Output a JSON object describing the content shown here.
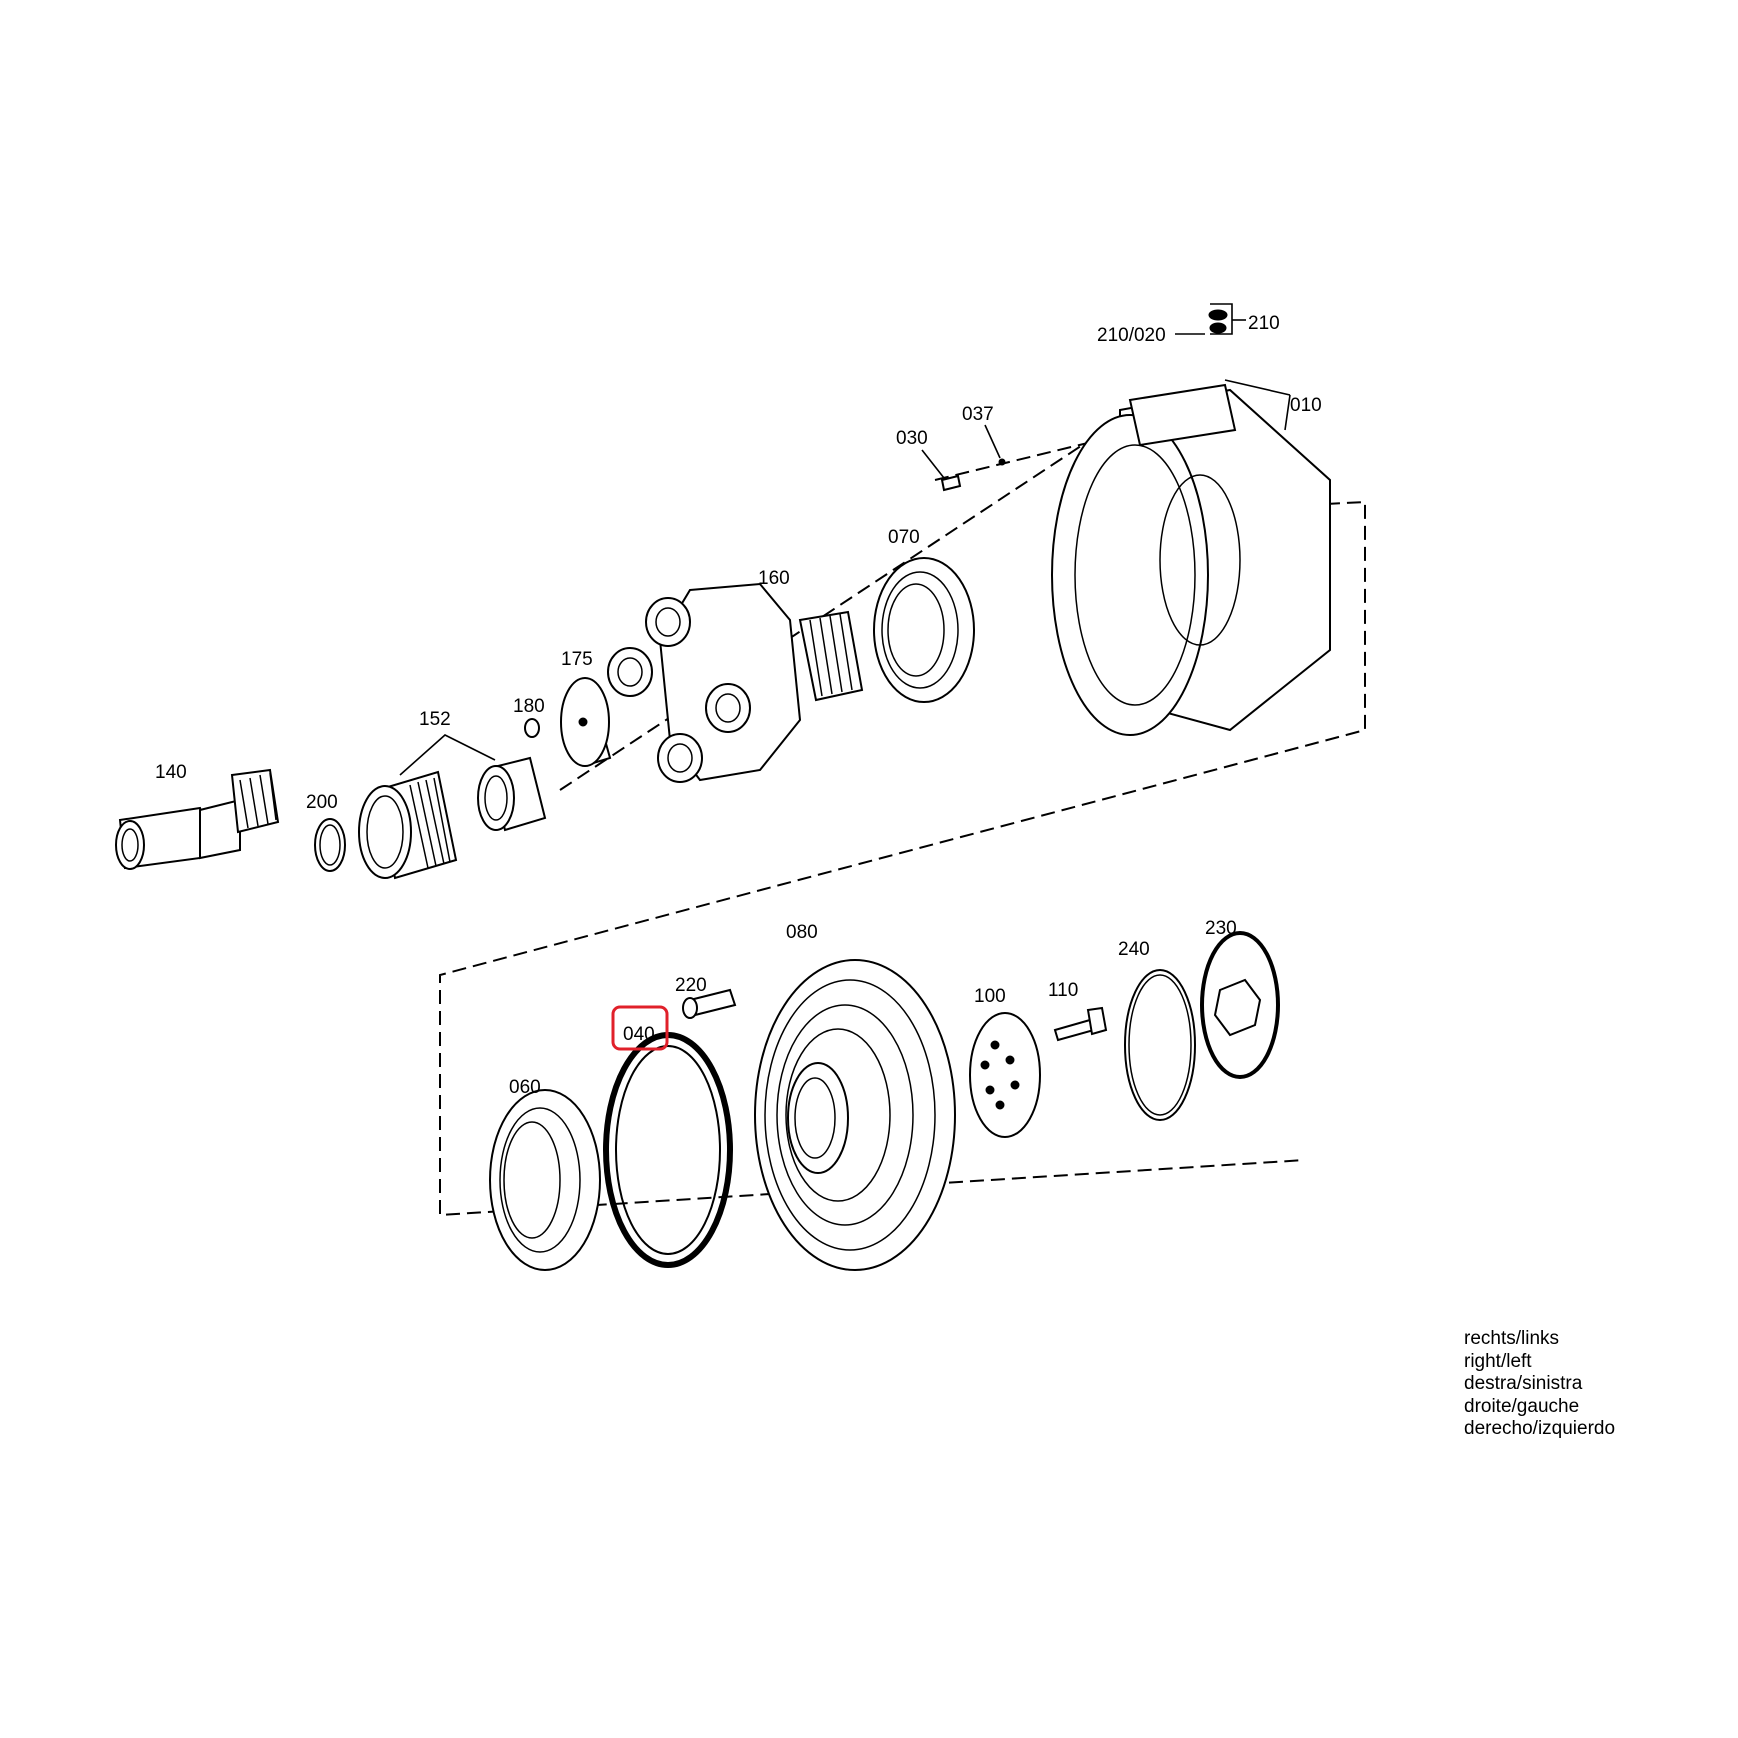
{
  "callouts": {
    "c210": "210",
    "c210_020": "210/020",
    "c010": "010",
    "c037": "037",
    "c030": "030",
    "c070": "070",
    "c160": "160",
    "c175": "175",
    "c180": "180",
    "c152": "152",
    "c140": "140",
    "c200": "200",
    "c080": "080",
    "c230": "230",
    "c240": "240",
    "c220": "220",
    "c100": "100",
    "c110": "110",
    "c040": "040",
    "c060": "060"
  },
  "highlighted_callout": "040",
  "highlight_color": "#e0202a",
  "legend": [
    "rechts/links",
    "right/left",
    "destra/sinistra",
    "droite/gauche",
    "derecho/izquierdo"
  ]
}
